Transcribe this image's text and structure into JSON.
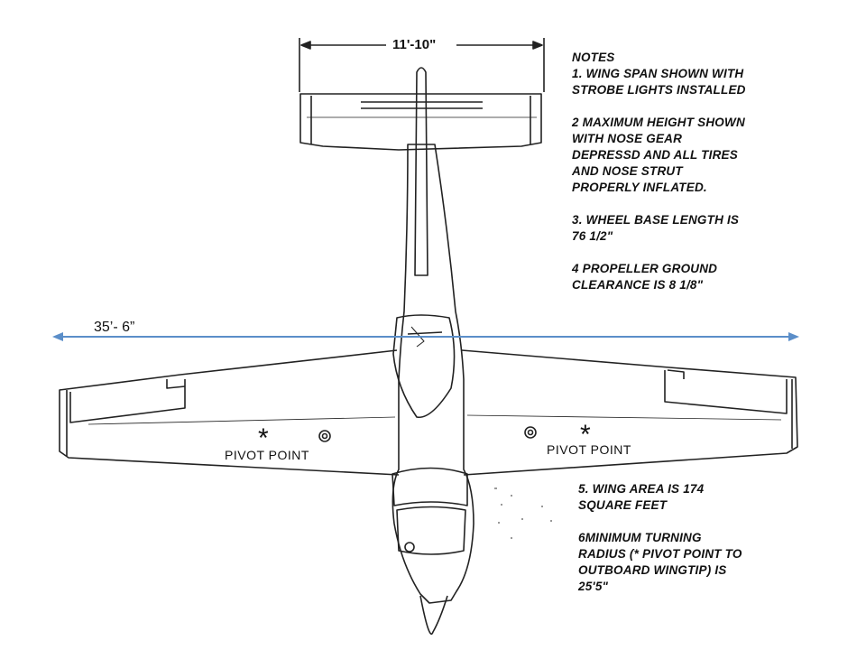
{
  "diagram": {
    "tail_span_label": "11'-10\"",
    "wing_span_label": "35’- 6”",
    "pivot_left_label": "PIVOT POINT",
    "pivot_right_label": "PIVOT POINT",
    "pivot_symbol": "*",
    "arrow_color": "#5b8ec9"
  },
  "notes_top": [
    "NOTES",
    "1. WING SPAN SHOWN WITH",
    "STROBE LIGHTS INSTALLED",
    "",
    "2 MAXIMUM HEIGHT SHOWN",
    "WITH NOSE GEAR",
    "DEPRESSD AND ALL TIRES",
    "AND NOSE STRUT",
    "PROPERLY INFLATED.",
    "",
    "3. WHEEL BASE LENGTH IS",
    "76 1/2\"",
    "",
    "4 PROPELLER GROUND",
    "CLEARANCE IS 8 1/8\""
  ],
  "notes_bottom": [
    "5. WING AREA IS 174",
    "SQUARE FEET",
    "",
    "6MINIMUM TURNING",
    "RADIUS (* PIVOT POINT TO",
    "OUTBOARD WINGTIP) IS",
    "25'5\""
  ]
}
